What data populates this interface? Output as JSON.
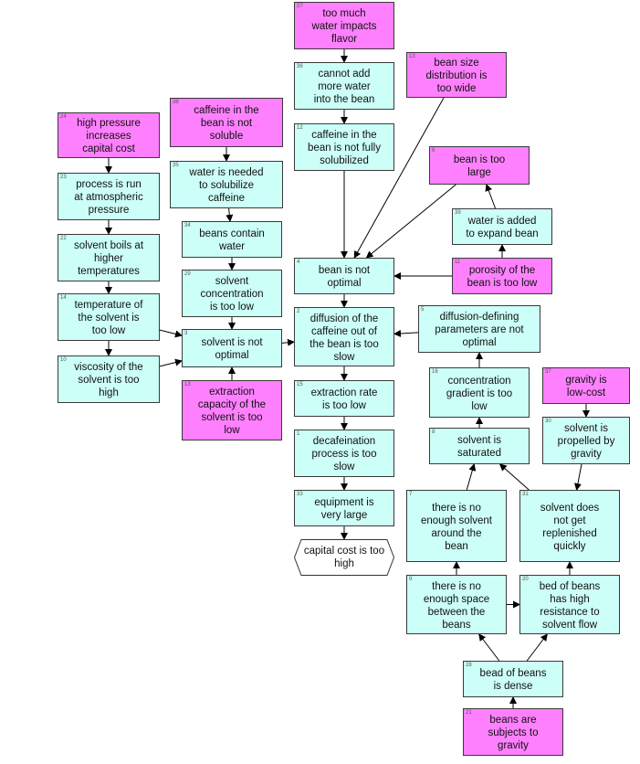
{
  "diagram": {
    "nodes": [
      {
        "id": "n27",
        "num": "27",
        "label": "too much\nwater impacts\nflavor",
        "color": "pink"
      },
      {
        "id": "n36",
        "num": "36",
        "label": "cannot add\nmore water\ninto the bean",
        "color": "cyan"
      },
      {
        "id": "n12",
        "num": "12",
        "label": "caffeine in the\nbean is not fully\nsolubilized",
        "color": "cyan"
      },
      {
        "id": "n13",
        "num": "13",
        "label": "bean size\ndistribution is\ntoo wide",
        "color": "pink"
      },
      {
        "id": "n24",
        "num": "24",
        "label": "high pressure\nincreases\ncapital cost",
        "color": "pink"
      },
      {
        "id": "n38",
        "num": "38",
        "label": "caffeine in the\nbean is not\nsoluble",
        "color": "pink"
      },
      {
        "id": "n23",
        "num": "23",
        "label": "process is run\nat atmospheric\npressure",
        "color": "cyan"
      },
      {
        "id": "n35",
        "num": "35",
        "label": "water is needed\nto solubilize\ncaffeine",
        "color": "cyan"
      },
      {
        "id": "n6",
        "num": "6",
        "label": "bean is too\nlarge",
        "color": "pink"
      },
      {
        "id": "n39",
        "num": "39",
        "label": "water is added\nto expand bean",
        "color": "cyan"
      },
      {
        "id": "n34",
        "num": "34",
        "label": "beans contain\nwater",
        "color": "cyan"
      },
      {
        "id": "n22",
        "num": "22",
        "label": "solvent boils at\nhigher\ntemperatures",
        "color": "cyan"
      },
      {
        "id": "n4",
        "num": "4",
        "label": "bean is not\noptimal",
        "color": "cyan"
      },
      {
        "id": "n11",
        "num": "11",
        "label": "porosity of the\nbean is too low",
        "color": "pink"
      },
      {
        "id": "n29",
        "num": "29",
        "label": "solvent\nconcentration\nis too low",
        "color": "cyan"
      },
      {
        "id": "n14",
        "num": "14",
        "label": "temperature of\nthe solvent is\ntoo low",
        "color": "cyan"
      },
      {
        "id": "n2",
        "num": "2",
        "label": "diffusion of the\ncaffeine out of\nthe bean is too\nslow",
        "color": "cyan"
      },
      {
        "id": "n5",
        "num": "5",
        "label": "diffusion-defining\nparameters are not\noptimal",
        "color": "cyan"
      },
      {
        "id": "n3",
        "num": "3",
        "label": "solvent is not\noptimal",
        "color": "cyan"
      },
      {
        "id": "n10",
        "num": "10",
        "label": "viscosity of the\nsolvent is too\nhigh",
        "color": "cyan"
      },
      {
        "id": "n16",
        "num": "16",
        "label": "concentration\ngradient is too\nlow",
        "color": "cyan"
      },
      {
        "id": "n37",
        "num": "37",
        "label": "gravity is\nlow-cost",
        "color": "pink"
      },
      {
        "id": "n15",
        "num": "15",
        "label": "extraction rate\nis too low",
        "color": "cyan"
      },
      {
        "id": "n13b",
        "num": "13",
        "label": "extraction\ncapacity of the\nsolvent is too\nlow",
        "color": "pink"
      },
      {
        "id": "n1",
        "num": "1",
        "label": "decafeination\nprocess is too\nslow",
        "color": "cyan"
      },
      {
        "id": "n8",
        "num": "8",
        "label": "solvent is\nsaturated",
        "color": "cyan"
      },
      {
        "id": "n30",
        "num": "30",
        "label": "solvent is\npropelled by\ngravity",
        "color": "cyan"
      },
      {
        "id": "n33",
        "num": "33",
        "label": "equipment is\nvery large",
        "color": "cyan"
      },
      {
        "id": "n7",
        "num": "7",
        "label": "there is no\nenough solvent\naround the\nbean",
        "color": "cyan"
      },
      {
        "id": "n31",
        "num": "31",
        "label": "solvent does\nnot get\nreplenished\nquickly",
        "color": "cyan"
      },
      {
        "id": "n9",
        "num": "9",
        "label": "there is no\nenough space\nbetween the\nbeans",
        "color": "cyan"
      },
      {
        "id": "n20",
        "num": "20",
        "label": "bed of beans\nhas high\nresistance to\nsolvent flow",
        "color": "cyan"
      },
      {
        "id": "n28",
        "num": "28",
        "label": "bead of beans\nis dense",
        "color": "cyan"
      },
      {
        "id": "n21",
        "num": "21",
        "label": "beans are\nsubjects to\ngravity",
        "color": "pink"
      }
    ],
    "outcome": {
      "id": "cap",
      "label": "capital cost is too\nhigh"
    },
    "edges": [
      [
        "n27",
        "n36"
      ],
      [
        "n36",
        "n12"
      ],
      [
        "n12",
        "n4"
      ],
      [
        "n13",
        "n4"
      ],
      [
        "n6",
        "n4"
      ],
      [
        "n11",
        "n4"
      ],
      [
        "n11",
        "n39"
      ],
      [
        "n39",
        "n6"
      ],
      [
        "n4",
        "n2"
      ],
      [
        "n5",
        "n2"
      ],
      [
        "n3",
        "n2"
      ],
      [
        "n24",
        "n23"
      ],
      [
        "n23",
        "n22"
      ],
      [
        "n22",
        "n14"
      ],
      [
        "n14",
        "n10"
      ],
      [
        "n14",
        "n3"
      ],
      [
        "n10",
        "n3"
      ],
      [
        "n38",
        "n35"
      ],
      [
        "n35",
        "n34"
      ],
      [
        "n34",
        "n29"
      ],
      [
        "n29",
        "n3"
      ],
      [
        "n13b",
        "n3"
      ],
      [
        "n2",
        "n15"
      ],
      [
        "n15",
        "n1"
      ],
      [
        "n1",
        "n33"
      ],
      [
        "n33",
        "cap"
      ],
      [
        "n16",
        "n5"
      ],
      [
        "n8",
        "n16"
      ],
      [
        "n7",
        "n8"
      ],
      [
        "n31",
        "n8"
      ],
      [
        "n37",
        "n30"
      ],
      [
        "n30",
        "n31"
      ],
      [
        "n9",
        "n7"
      ],
      [
        "n20",
        "n31"
      ],
      [
        "n9",
        "n20"
      ],
      [
        "n28",
        "n9"
      ],
      [
        "n28",
        "n20"
      ],
      [
        "n21",
        "n28"
      ]
    ]
  }
}
